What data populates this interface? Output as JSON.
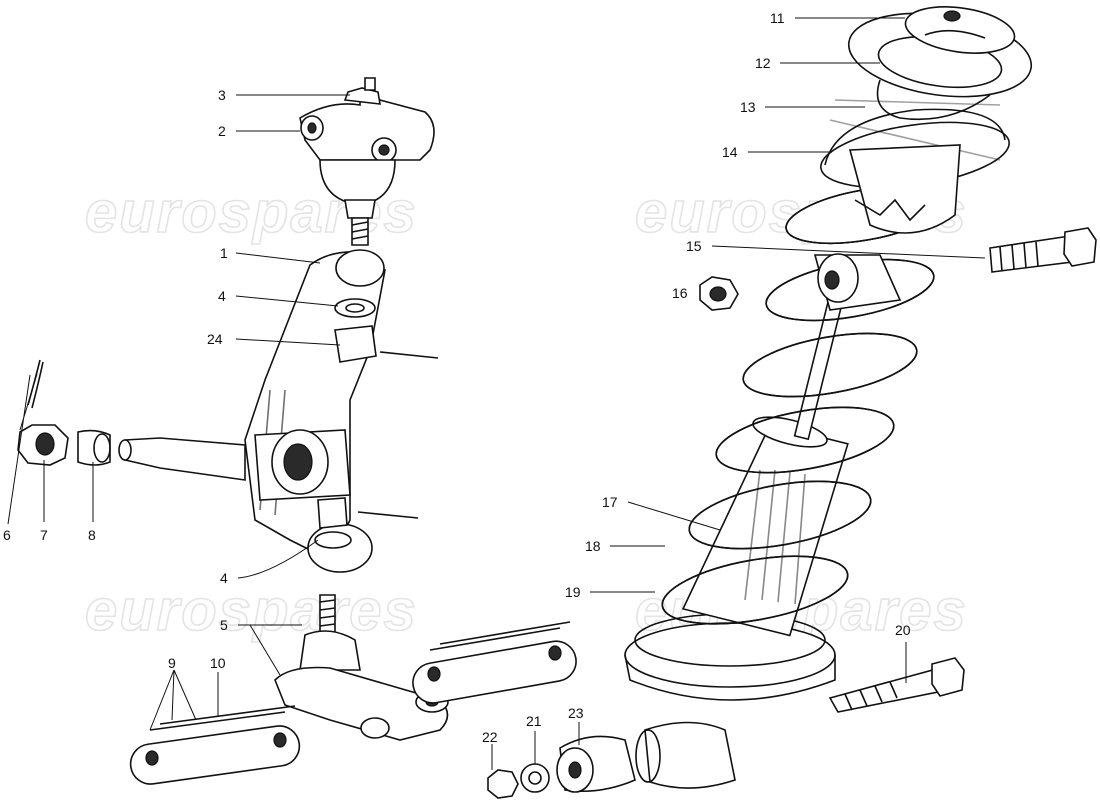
{
  "watermark": {
    "text": "eurospares",
    "color": "#e4e4e4"
  },
  "diagram": {
    "ink_color": "#111111",
    "callouts": [
      {
        "id": "c11",
        "label": "11"
      },
      {
        "id": "c12",
        "label": "12"
      },
      {
        "id": "c13",
        "label": "13"
      },
      {
        "id": "c14",
        "label": "14"
      },
      {
        "id": "c15",
        "label": "15"
      },
      {
        "id": "c16",
        "label": "16"
      },
      {
        "id": "c17",
        "label": "17"
      },
      {
        "id": "c18",
        "label": "18"
      },
      {
        "id": "c19",
        "label": "19"
      },
      {
        "id": "c20",
        "label": "20"
      },
      {
        "id": "c21",
        "label": "21"
      },
      {
        "id": "c22",
        "label": "22"
      },
      {
        "id": "c23",
        "label": "23"
      },
      {
        "id": "c3",
        "label": "3"
      },
      {
        "id": "c2",
        "label": "2"
      },
      {
        "id": "c1",
        "label": "1"
      },
      {
        "id": "c4a",
        "label": "4"
      },
      {
        "id": "c24",
        "label": "24"
      },
      {
        "id": "c4b",
        "label": "4"
      },
      {
        "id": "c5",
        "label": "5"
      },
      {
        "id": "c6",
        "label": "6"
      },
      {
        "id": "c7",
        "label": "7"
      },
      {
        "id": "c8",
        "label": "8"
      },
      {
        "id": "c9",
        "label": "9"
      },
      {
        "id": "c10",
        "label": "10"
      }
    ]
  }
}
